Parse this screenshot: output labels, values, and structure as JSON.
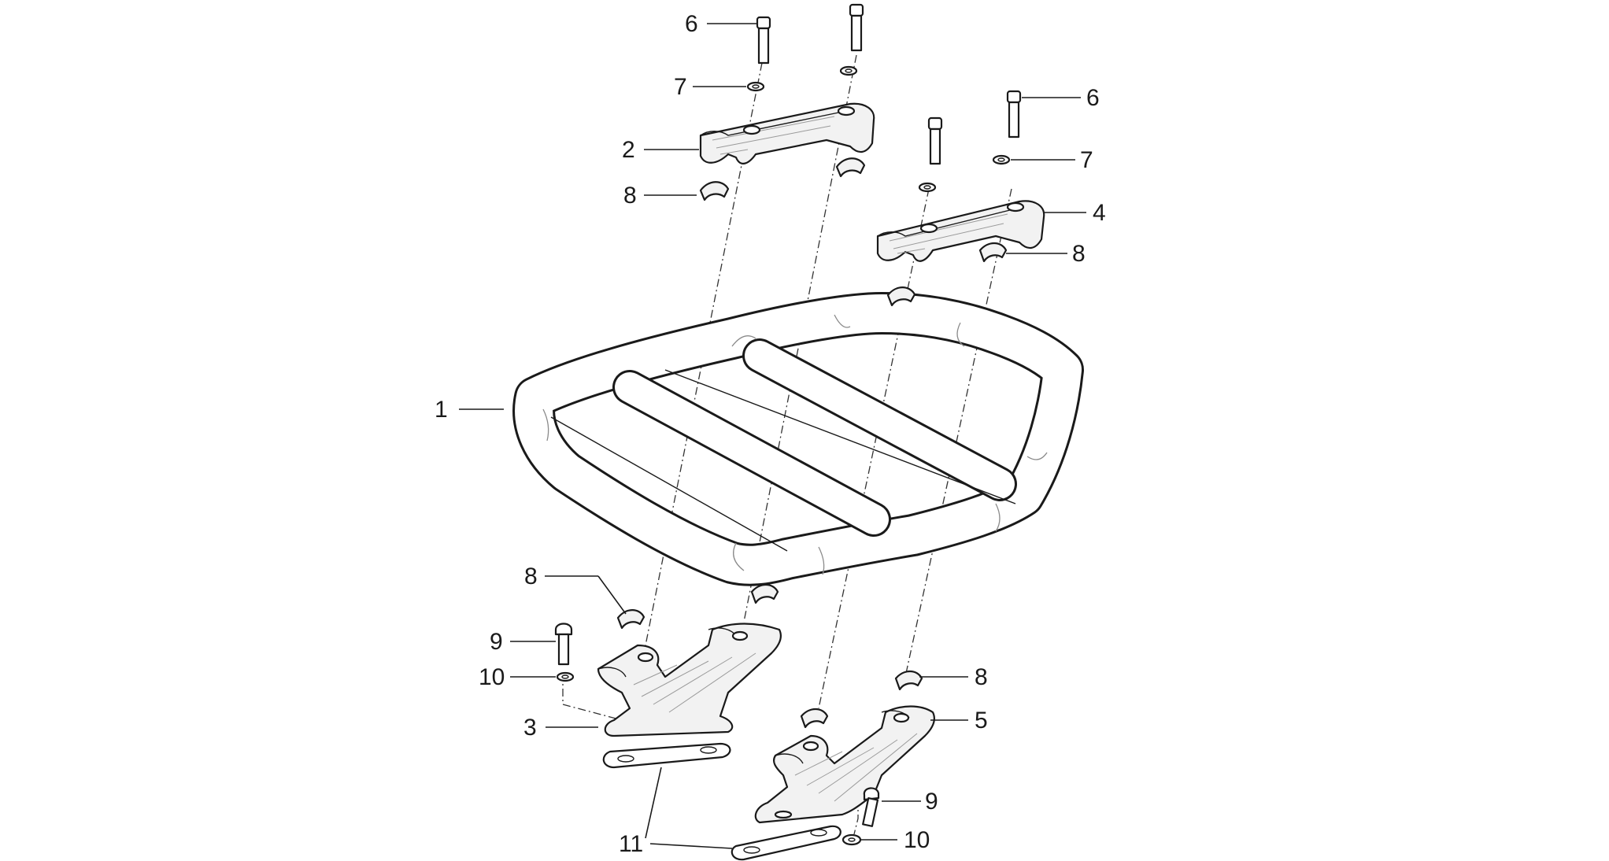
{
  "diagram": {
    "callouts": [
      {
        "id": "c1",
        "label": "1"
      },
      {
        "id": "c2",
        "label": "2"
      },
      {
        "id": "c3",
        "label": "3"
      },
      {
        "id": "c4",
        "label": "4"
      },
      {
        "id": "c5",
        "label": "5"
      },
      {
        "id": "c6a",
        "label": "6"
      },
      {
        "id": "c6b",
        "label": "6"
      },
      {
        "id": "c7a",
        "label": "7"
      },
      {
        "id": "c7b",
        "label": "7"
      },
      {
        "id": "c8a",
        "label": "8"
      },
      {
        "id": "c8b",
        "label": "8"
      },
      {
        "id": "c8c",
        "label": "8"
      },
      {
        "id": "c8d",
        "label": "8"
      },
      {
        "id": "c9a",
        "label": "9"
      },
      {
        "id": "c9b",
        "label": "9"
      },
      {
        "id": "c10a",
        "label": "10"
      },
      {
        "id": "c10b",
        "label": "10"
      },
      {
        "id": "c11",
        "label": "11"
      }
    ]
  }
}
